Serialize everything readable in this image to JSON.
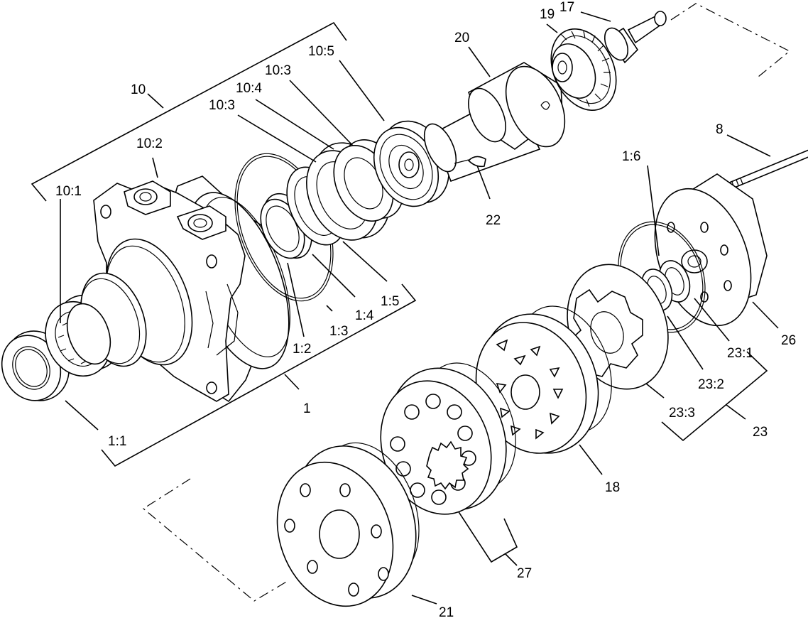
{
  "labels": {
    "l_10": "10",
    "l_10_2": "10:2",
    "l_10_1": "10:1",
    "l_10_3a": "10:3",
    "l_10_4": "10:4",
    "l_10_3b": "10:3",
    "l_10_5": "10:5",
    "l_20": "20",
    "l_19": "19",
    "l_17": "17",
    "l_8": "8",
    "l_22": "22",
    "l_1_6": "1:6",
    "l_1_5": "1:5",
    "l_1_4": "1:4",
    "l_1_3": "1:3",
    "l_1_2": "1:2",
    "l_1": "1",
    "l_1_1": "1:1",
    "l_26": "26",
    "l_23_1": "23:1",
    "l_23_2": "23:2",
    "l_23_3": "23:3",
    "l_23": "23",
    "l_18": "18",
    "l_27": "27",
    "l_21": "21"
  }
}
